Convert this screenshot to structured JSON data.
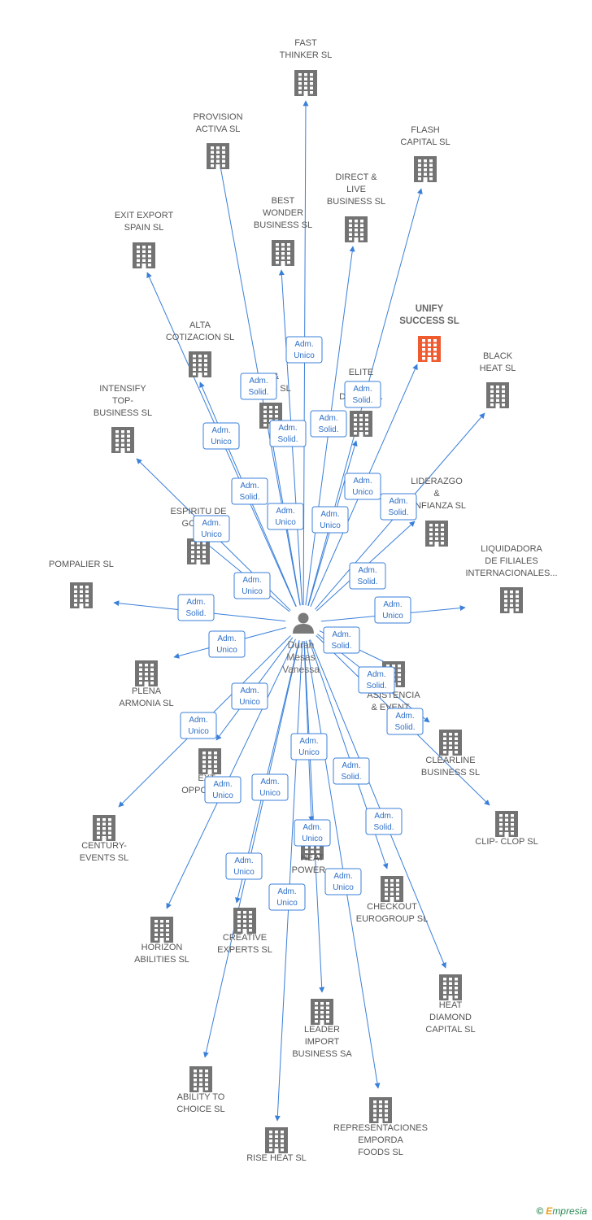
{
  "center": {
    "name_lines": [
      "Duran",
      "Mesas",
      "Vanessa"
    ],
    "icon": "person-icon"
  },
  "colors": {
    "edge": "#3a7fd9",
    "building": "#737373",
    "highlight": "#ef5a2f",
    "role_text": "#2e6fc7"
  },
  "companies": [
    {
      "id": "fast-thinker",
      "lines": [
        "FAST",
        "THINKER  SL"
      ]
    },
    {
      "id": "provision-activa",
      "lines": [
        "PROVISION",
        "ACTIVA SL"
      ]
    },
    {
      "id": "flash-capital",
      "lines": [
        "FLASH",
        "CAPITAL SL"
      ]
    },
    {
      "id": "direct-live",
      "lines": [
        "DIRECT &",
        "LIVE",
        "BUSINESS SL"
      ]
    },
    {
      "id": "best-wonder",
      "lines": [
        "BEST",
        "WONDER",
        "BUSINESS SL"
      ]
    },
    {
      "id": "exit-export",
      "lines": [
        "EXIT EXPORT",
        "SPAIN SL"
      ]
    },
    {
      "id": "unify-success",
      "lines": [
        "UNIFY",
        "SUCCESS  SL"
      ],
      "highlight": true
    },
    {
      "id": "alta-cotizacion",
      "lines": [
        "ALTA",
        "COTIZACION SL"
      ]
    },
    {
      "id": "black-heat",
      "lines": [
        "BLACK",
        "HEAT SL"
      ]
    },
    {
      "id": "ia-ros",
      "lines": [
        "IA &",
        "R...OS SL"
      ]
    },
    {
      "id": "elite-devel",
      "lines": [
        "ELITE",
        "E...",
        "DEVE...T..."
      ]
    },
    {
      "id": "intensify-top",
      "lines": [
        "INTENSIFY",
        "TOP-",
        "BUSINESS SL"
      ]
    },
    {
      "id": "liderazgo-confianza",
      "lines": [
        "LIDERAZGO",
        "&",
        "...NFIANZA SL"
      ]
    },
    {
      "id": "espiritu-gotham",
      "lines": [
        "ESPIRITU DE",
        "GOTH..."
      ]
    },
    {
      "id": "liquidadora-filiales",
      "lines": [
        "LIQUIDADORA",
        "DE FILIALES",
        "INTERNACIONALES..."
      ]
    },
    {
      "id": "pompalier",
      "lines": [
        "POMPALIER SL"
      ]
    },
    {
      "id": "plena-armonia",
      "lines": [
        "PLENA",
        "ARMONIA SL"
      ]
    },
    {
      "id": "asistencia-eventos",
      "lines": [
        "ASISTENCIA",
        "& EVENT..."
      ]
    },
    {
      "id": "clearline-business",
      "lines": [
        "CLEARLINE",
        "BUSINESS SL"
      ]
    },
    {
      "id": "ext-opportunities",
      "lines": [
        "EXT...",
        "OPPORTU...L"
      ]
    },
    {
      "id": "century-events",
      "lines": [
        "CENTURY-",
        "EVENTS  SL"
      ]
    },
    {
      "id": "clip-clop",
      "lines": [
        "CLIP- CLOP SL"
      ]
    },
    {
      "id": "heat-power",
      "lines": [
        "HEAT",
        "POWER..."
      ]
    },
    {
      "id": "checkout-eurogroup",
      "lines": [
        "CHECKOUT",
        "EUROGROUP SL"
      ]
    },
    {
      "id": "horizon-abilities",
      "lines": [
        "HORIZON",
        "ABILITIES SL"
      ]
    },
    {
      "id": "creative-experts",
      "lines": [
        "CREATIVE",
        "EXPERTS  SL"
      ]
    },
    {
      "id": "heat-diamond",
      "lines": [
        "HEAT",
        "DIAMOND",
        "CAPITAL SL"
      ]
    },
    {
      "id": "leader-import",
      "lines": [
        "LEADER",
        "IMPORT",
        "BUSINESS SA"
      ]
    },
    {
      "id": "ability-to-choice",
      "lines": [
        "ABILITY TO",
        "CHOICE SL"
      ]
    },
    {
      "id": "representaciones-emporda",
      "lines": [
        "REPRESENTACIONES",
        "EMPORDA",
        "FOODS  SL"
      ]
    },
    {
      "id": "rise-heat",
      "lines": [
        "RISE HEAT  SL"
      ]
    }
  ],
  "roles": [
    {
      "lines": [
        "Adm.",
        "Unico"
      ]
    },
    {
      "lines": [
        "Adm.",
        "Solid."
      ]
    },
    {
      "lines": [
        "Adm.",
        "Unico"
      ]
    },
    {
      "lines": [
        "Adm.",
        "Solid."
      ]
    },
    {
      "lines": [
        "Adm.",
        "Solid."
      ]
    },
    {
      "lines": [
        "Adm.",
        "Solid."
      ]
    },
    {
      "lines": [
        "Adm.",
        "Unico"
      ]
    },
    {
      "lines": [
        "Adm.",
        "Unico"
      ]
    },
    {
      "lines": [
        "Adm.",
        "Solid."
      ]
    },
    {
      "lines": [
        "Adm.",
        "Unico"
      ]
    },
    {
      "lines": [
        "Adm.",
        "Solid."
      ]
    },
    {
      "lines": [
        "Adm.",
        "Unico"
      ]
    },
    {
      "lines": [
        "Adm.",
        "Unico"
      ]
    },
    {
      "lines": [
        "Adm.",
        "Solid."
      ]
    },
    {
      "lines": [
        "Adm.",
        "Unico"
      ]
    },
    {
      "lines": [
        "Adm.",
        "Solid."
      ]
    },
    {
      "lines": [
        "Adm.",
        "Unico"
      ]
    },
    {
      "lines": [
        "Adm.",
        "Solid."
      ]
    },
    {
      "lines": [
        "Adm.",
        "Unico"
      ]
    },
    {
      "lines": [
        "Adm.",
        "Solid."
      ]
    },
    {
      "lines": [
        "Adm.",
        "Unico"
      ]
    },
    {
      "lines": [
        "Adm.",
        "Solid."
      ]
    },
    {
      "lines": [
        "Adm.",
        "Unico"
      ]
    },
    {
      "lines": [
        "Adm.",
        "Unico"
      ]
    },
    {
      "lines": [
        "Adm.",
        "Unico"
      ]
    },
    {
      "lines": [
        "Adm.",
        "Solid."
      ]
    },
    {
      "lines": [
        "Adm.",
        "Unico"
      ]
    },
    {
      "lines": [
        "Adm.",
        "Unico"
      ]
    },
    {
      "lines": [
        "Adm.",
        "Solid."
      ]
    },
    {
      "lines": [
        "Adm.",
        "Unico"
      ]
    },
    {
      "lines": [
        "Adm.",
        "Unico"
      ]
    }
  ],
  "brand": {
    "copyright": "©",
    "e": "E",
    "rest": "mpresia"
  }
}
